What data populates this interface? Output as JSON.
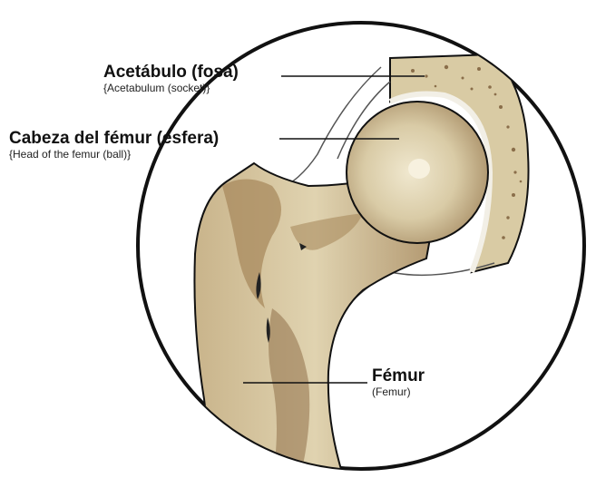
{
  "labels": {
    "acetabulum": {
      "main": "Acetábulo (fosa)",
      "sub": "{Acetabulum (socket)}"
    },
    "femoral_head": {
      "main": "Cabeza del fémur (esfera)",
      "sub": "{Head of the femur (ball)}"
    },
    "femur": {
      "main": "Fémur",
      "sub": "(Femur)"
    }
  },
  "colors": {
    "bone_light": "#d8cba8",
    "bone_mid": "#b9a27a",
    "bone_dark": "#7a5a3a",
    "outline": "#111111",
    "cartilage": "#f2efe6"
  }
}
